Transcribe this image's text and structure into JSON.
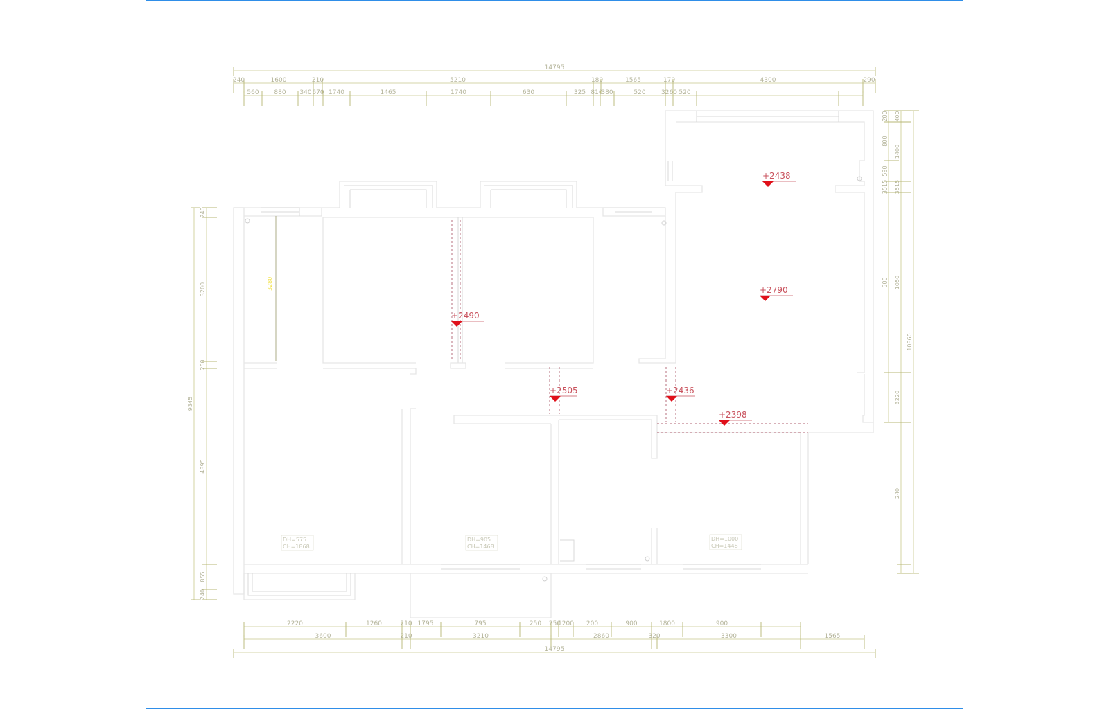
{
  "top_dims": {
    "overall": "14795",
    "row1": [
      "240",
      "1600",
      "210",
      "5210",
      "180",
      "1565",
      "170",
      "4300",
      "290"
    ],
    "row2": [
      "560",
      "880",
      "340",
      "670",
      "1740",
      "1465",
      "1740",
      "630",
      "325",
      "810",
      "380",
      "520",
      "3260",
      "520"
    ]
  },
  "bottom_dims": {
    "overall": "14795",
    "row1": [
      "2220",
      "1260",
      "210",
      "1795",
      "795",
      "250",
      "250",
      "1200",
      "200",
      "900",
      "1800",
      "900"
    ],
    "row2": [
      "3600",
      "210",
      "3210",
      "2860",
      "320",
      "3300",
      "1565"
    ]
  },
  "left_dims": {
    "overall": "9345",
    "row1": [
      "240",
      "3200",
      "250",
      "4895",
      "855",
      "240"
    ]
  },
  "right_dims": {
    "overall": "10860",
    "row1": [
      "400",
      "1400",
      "3515",
      "1050",
      "3220",
      "240"
    ],
    "row2": [
      "200",
      "800",
      "590",
      "3515",
      "500"
    ]
  },
  "levels": [
    "+2438",
    "+2790",
    "+2490",
    "+2505",
    "+2436",
    "+2398"
  ],
  "windows": [
    {
      "dh": "DH=575",
      "ch": "CH=1868"
    },
    {
      "dh": "DH=905",
      "ch": "CH=1468"
    },
    {
      "dh": "DH=1000",
      "ch": "CH=1448"
    }
  ],
  "yellow_dim": "3280",
  "colors": {
    "frame": "#2f8ee8",
    "level_marker": "#e0101a",
    "dim_line": "#c9c98c",
    "wall": "#e6e6e6"
  }
}
